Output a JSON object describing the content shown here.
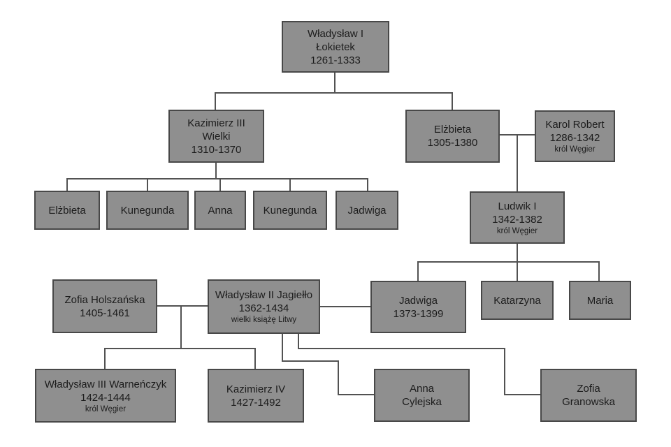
{
  "diagram": {
    "kind": "family-tree",
    "language": "Polish"
  },
  "colors": {
    "background": "#ffffff",
    "box_fill": "#8f8f8f",
    "box_border": "#484848",
    "connector_line": "#525252",
    "text": "#1c1c1c"
  },
  "nodes": {
    "wladyslaw1": {
      "name": "Władysław I",
      "name2": "Łokietek",
      "dates": "1261-1333"
    },
    "kazimierz3": {
      "name": "Kazimierz III",
      "name2": "Wielki",
      "dates": "1310-1370"
    },
    "elzbieta_row2": {
      "name": "Elżbieta",
      "dates": "1305-1380"
    },
    "karol_robert": {
      "name": "Karol Robert",
      "dates": "1286-1342",
      "title": "król Węgier"
    },
    "elzbieta_row3": {
      "name": "Elżbieta"
    },
    "kunegunda1": {
      "name": "Kunegunda"
    },
    "anna_row3": {
      "name": "Anna"
    },
    "kunegunda2": {
      "name": "Kunegunda"
    },
    "jadwiga_row3": {
      "name": "Jadwiga"
    },
    "ludwik1": {
      "name": "Ludwik I",
      "dates": "1342-1382",
      "title": "król Węgier"
    },
    "zofia_holszanska": {
      "name": "Zofia Holszańska",
      "dates": "1405-1461"
    },
    "wladyslaw2": {
      "name": "Władysław II Jagiełło",
      "dates": "1362-1434",
      "title": "wielki książę Litwy"
    },
    "jadwiga_row4": {
      "name": "Jadwiga",
      "dates": "1373-1399"
    },
    "katarzyna": {
      "name": "Katarzyna"
    },
    "maria": {
      "name": "Maria"
    },
    "wladyslaw3": {
      "name": "Władysław III Warneńczyk",
      "dates": "1424-1444",
      "title": "król Węgier"
    },
    "kazimierz4": {
      "name": "Kazimierz IV",
      "dates": "1427-1492"
    },
    "anna_cylejska": {
      "name": "Anna",
      "name2": "Cylejska"
    },
    "zofia_granowska": {
      "name": "Zofia",
      "name2": "Granowska"
    }
  }
}
